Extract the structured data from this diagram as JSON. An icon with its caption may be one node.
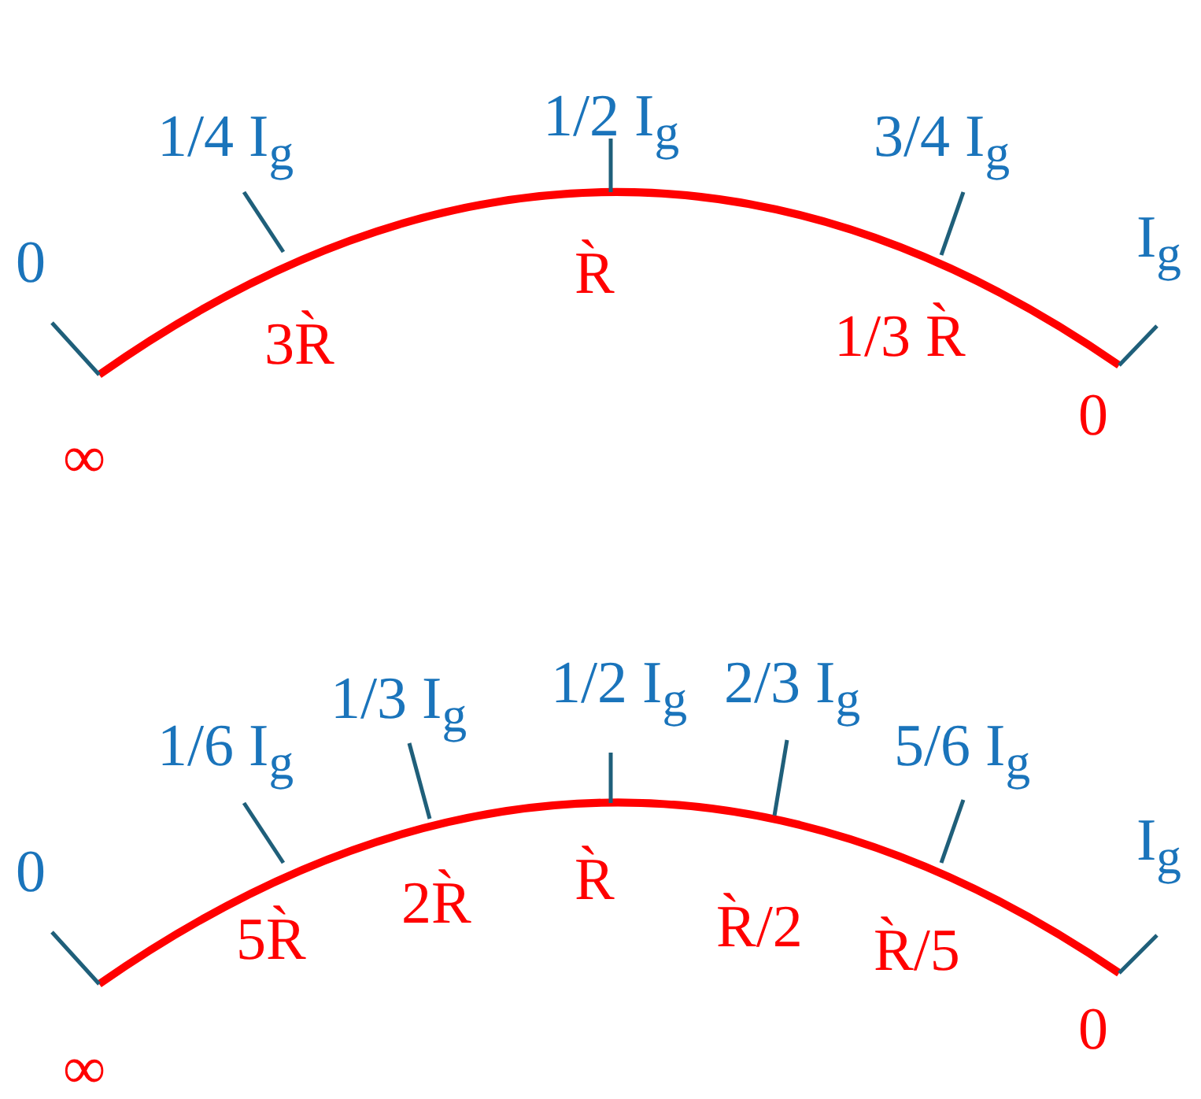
{
  "diagram": {
    "labels": [
      "1/4 I$_{g}$",
      "1/2 I$_{g}$",
      "3/4 I$_{g}$",
      "0",
      "I$_{g}$",
      "R̀",
      "3R̀",
      "1/3 R̀",
      "0",
      "∞",
      "1/6 I$_{g}$",
      "1/3 I$_{g}$",
      "1/2 I$_{g}$",
      "2/3 I$_{g}$",
      "5/6 I$_{g}$",
      "0",
      "I$_{g}$",
      "R̀",
      "5R̀",
      "2R̀",
      "R̀/2",
      "R̀/5",
      "0",
      "∞"
    ]
  }
}
